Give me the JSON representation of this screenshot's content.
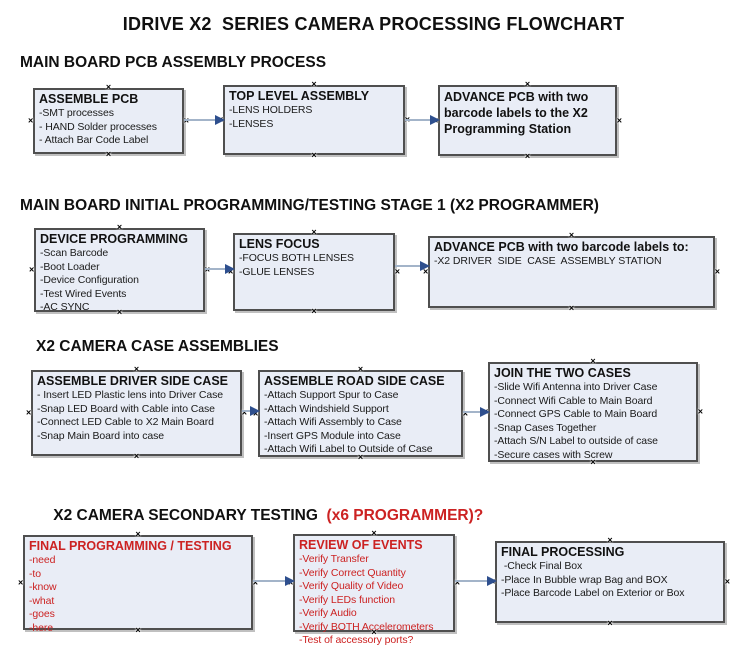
{
  "title": "IDRIVE X2  SERIES CAMERA PROCESSING FLOWCHART",
  "colors": {
    "accent_red": "#cc2222",
    "box_fill": "#e9edf6",
    "box_border": "#4f4f4f",
    "arrow_line": "#a3b4c9",
    "arrow_head": "#2e4f8e"
  },
  "sections": [
    {
      "header": "MAIN BOARD PCB ASSEMBLY PROCESS",
      "boxes": [
        {
          "title": "ASSEMBLE PCB",
          "items": [
            "-SMT processes",
            "- HAND Solder processes",
            "- Attach Bar Code Label"
          ]
        },
        {
          "title": "TOP LEVEL ASSEMBLY",
          "items": [
            "-LENS HOLDERS",
            "-LENSES"
          ]
        },
        {
          "title": "ADVANCE PCB with two barcode labels to the X2 Programming Station",
          "items": []
        }
      ]
    },
    {
      "header": "MAIN BOARD INITIAL PROGRAMMING/TESTING STAGE 1 (X2 PROGRAMMER)",
      "boxes": [
        {
          "title": "DEVICE PROGRAMMING",
          "items": [
            "-Scan Barcode",
            "-Boot Loader",
            "-Device Configuration",
            "-Test Wired Events",
            "-AC SYNC"
          ]
        },
        {
          "title": "LENS FOCUS",
          "items": [
            "-FOCUS BOTH LENSES",
            "-GLUE LENSES"
          ]
        },
        {
          "title": "ADVANCE PCB with two barcode labels to:",
          "items": [
            "-X2 DRIVER  SIDE  CASE  ASSEMBLY STATION"
          ]
        }
      ]
    },
    {
      "header": "X2 CAMERA CASE ASSEMBLIES",
      "boxes": [
        {
          "title": "ASSEMBLE DRIVER SIDE CASE",
          "items": [
            "- Insert LED Plastic lens into Driver Case",
            "-Snap LED Board with Cable into Case",
            "-Connect LED Cable to X2 Main Board",
            "-Snap Main Board into case"
          ]
        },
        {
          "title": "ASSEMBLE ROAD SIDE CASE",
          "items": [
            "-Attach Support Spur to Case",
            "-Attach Windshield Support",
            "-Attach Wifi Assembly to Case",
            "-Insert GPS Module into Case",
            "-Attach Wifi Label to Outside of Case"
          ]
        },
        {
          "title": "JOIN THE TWO CASES",
          "items": [
            "-Slide Wifi Antenna into Driver Case",
            "-Connect Wifi Cable to Main Board",
            "-Connect GPS Cable to Main Board",
            "-Snap Cases Together",
            "-Attach S/N Label to outside of case",
            "-Secure cases with Screw"
          ]
        }
      ]
    },
    {
      "header": "X2 CAMERA SECONDARY TESTING",
      "header_suffix": "  (x6 PROGRAMMER)?",
      "boxes": [
        {
          "title": "FINAL PROGRAMMING / TESTING",
          "items": [
            "-need",
            "-to",
            "-know",
            "-what",
            "-goes",
            "-here"
          ]
        },
        {
          "title": "REVIEW OF EVENTS",
          "items": [
            "-Verify Transfer",
            "-Verify Correct Quantity",
            "-Verify Quality of Video",
            "-Verify LEDs function",
            "-Verify Audio",
            "-Verify BOTH Accelerometers",
            "-Test of accessory ports?"
          ]
        },
        {
          "title": "FINAL PROCESSING",
          "items": [
            " -Check Final Box",
            "-Place In Bubble wrap Bag and BOX",
            "-Place Barcode Label on Exterior or Box"
          ]
        }
      ]
    }
  ]
}
